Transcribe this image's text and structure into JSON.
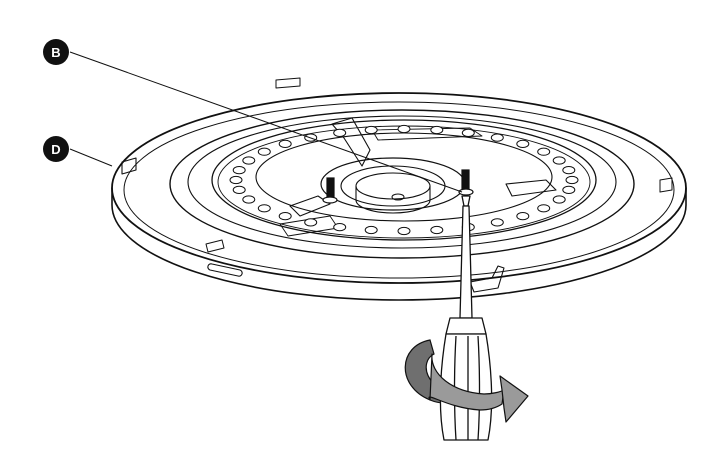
{
  "callouts": [
    {
      "id": "B",
      "label": "B"
    },
    {
      "id": "D",
      "label": "D"
    }
  ],
  "colors": {
    "line": "#111111",
    "callout_fill": "#111111",
    "callout_text": "#ffffff",
    "arrow_fill": "#9a9a9a",
    "arrow_shade": "#6f6f6f",
    "background": "#ffffff"
  },
  "illustration": {
    "subject": "ceiling-fixture-plate",
    "tool": "screwdriver",
    "action": "rotate-arrow"
  }
}
